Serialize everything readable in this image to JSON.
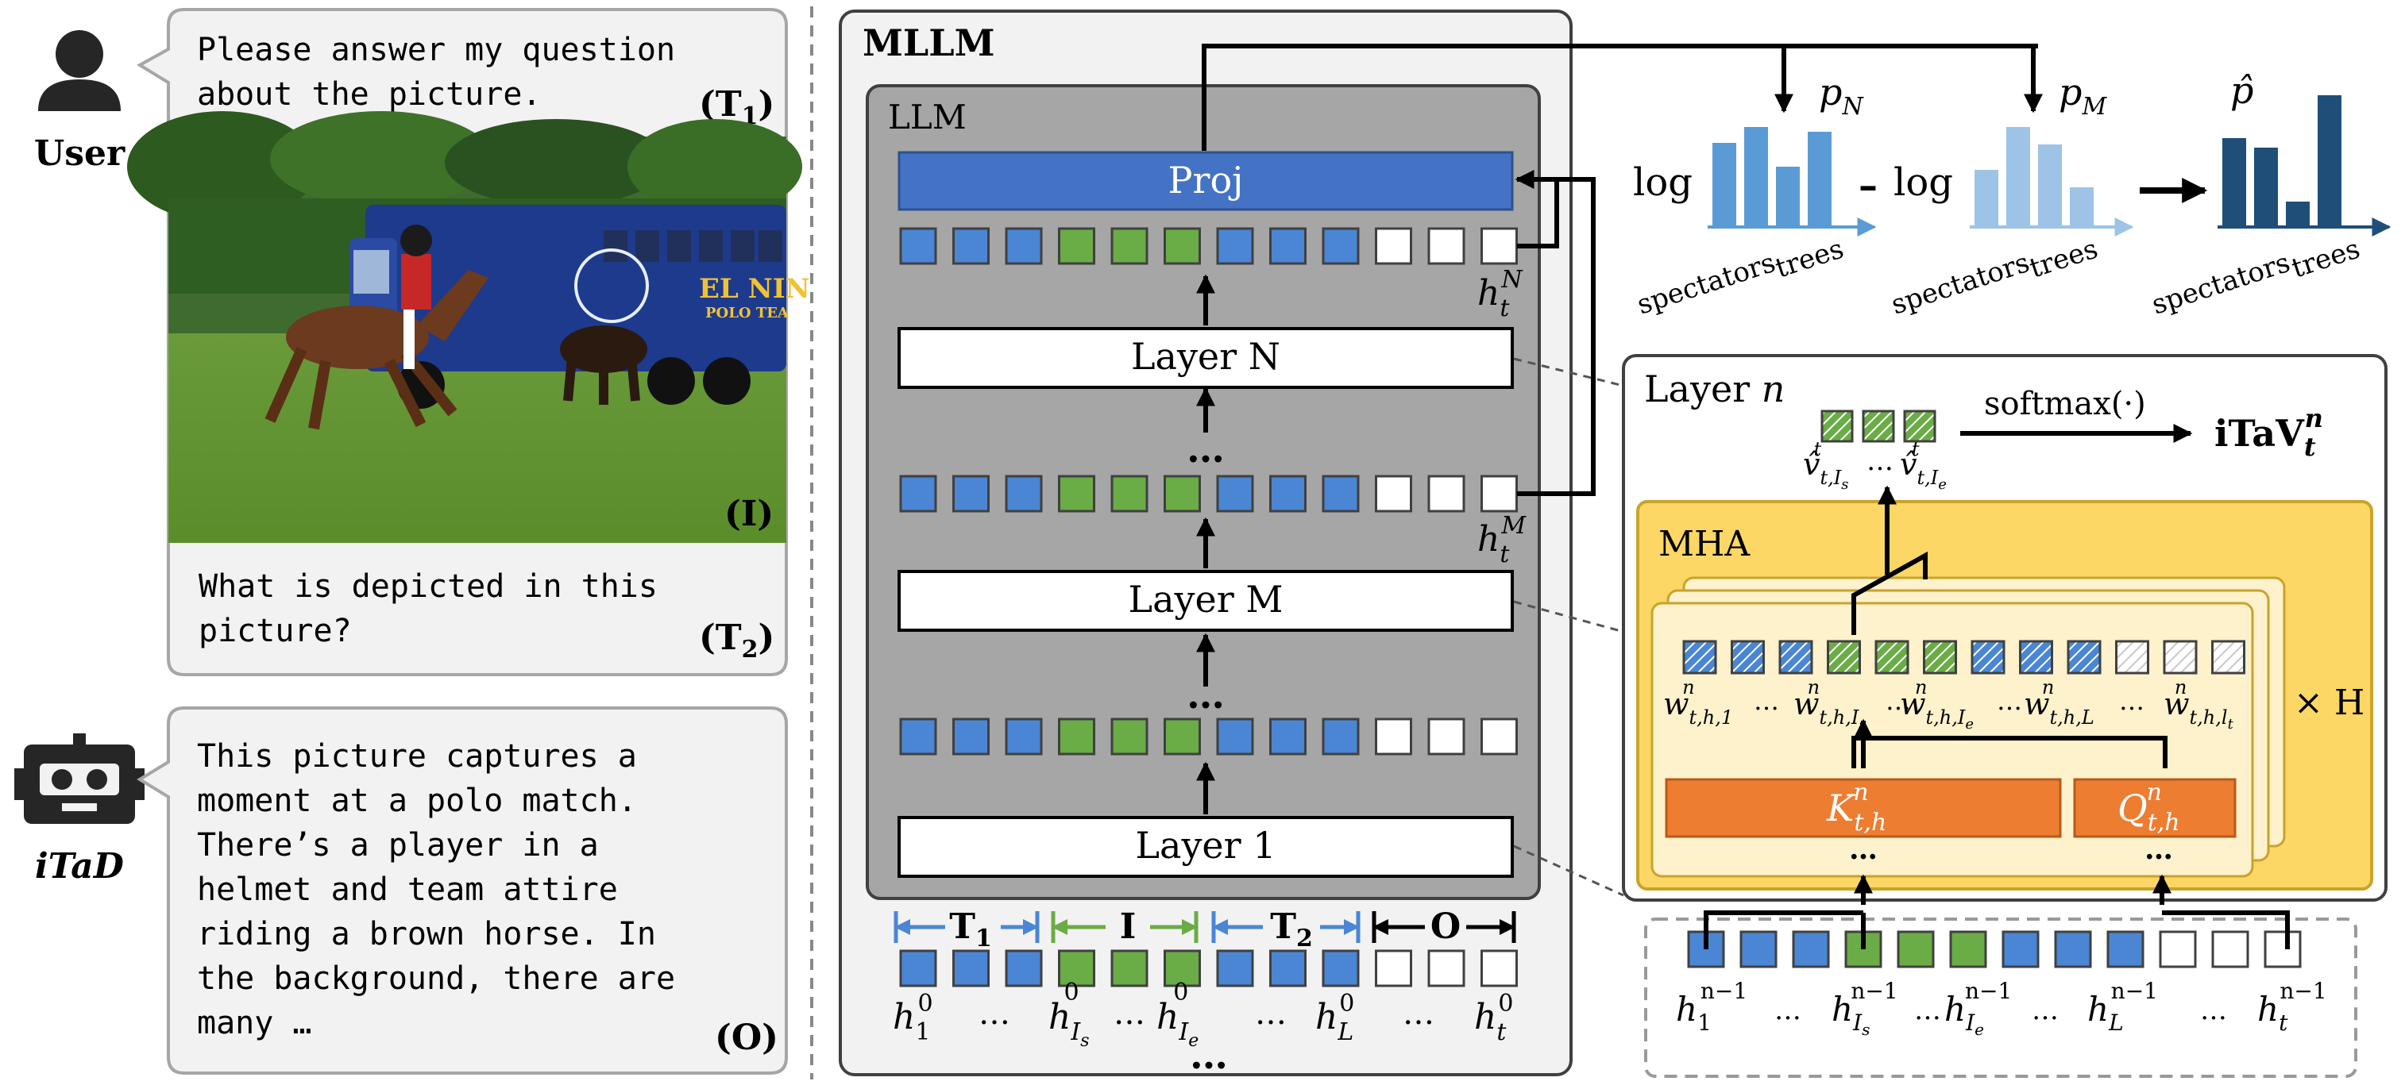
{
  "colors": {
    "blue": "#4a86d4",
    "green": "#6aac46",
    "proj_blue": "#4472c4",
    "llm_gray": "#a6a6a6",
    "mllm_bg": "#f2f2f2",
    "mha_yellow": "#fdd766",
    "mha_inner": "#fef2cc",
    "orange": "#ed7d31",
    "hist_dark": "#1f4e79",
    "hist_mid": "#5b9bd5",
    "hist_light": "#9dc3e6"
  },
  "left_panel": {
    "user_label": "User",
    "user_icon": "user-icon",
    "bot_label": "iTaD",
    "bot_icon": "robot-icon",
    "prompt_line1": "Please answer my question",
    "prompt_line2": "about the picture.",
    "tag_t1": "(T",
    "tag_t1_sub": "1",
    "tag_close": ")",
    "tag_image": "(I)",
    "question_line1": "What is depicted in this",
    "question_line2": "picture?",
    "tag_t2": "(T",
    "tag_t2_sub": "2",
    "answer_lines": [
      "This picture captures a",
      "moment at a polo match.",
      "There’s a player in a",
      "helmet and team attire",
      "riding a brown horse. In",
      "the background, there are",
      "many …"
    ],
    "tag_output": "(O)",
    "photo_sign_1": "EL NIN",
    "photo_sign_2": "POLO TEA"
  },
  "mllm": {
    "title": "MLLM",
    "llm_label": "LLM",
    "proj_label": "Proj",
    "layer_n": "Layer N",
    "layer_m": "Layer M",
    "layer_1": "Layer 1",
    "dots": "…",
    "span_t": "T",
    "span_t1_sub": "1",
    "span_i": "I",
    "span_t2_sub": "2",
    "span_o": "O",
    "hidden_base": "h",
    "hidden_sup_n": "N",
    "hidden_sup_m": "M",
    "hidden_sub_t": "t",
    "hidden_sup_0": "0",
    "hidden_sub_1": "1",
    "hidden_sub_is": "I",
    "hidden_sub_is_s": "s",
    "hidden_sub_ie_e": "e",
    "hidden_sub_l": "L"
  },
  "logit_panel": {
    "p_n": "p",
    "p_n_sub": "N",
    "p_m_sub": "M",
    "p_hat": "p̂",
    "log": "log",
    "minus": "–",
    "axis_label_1": "spectators",
    "axis_label_2": "trees"
  },
  "layer_n_panel": {
    "title": "Layer ",
    "title_italic": "n",
    "mha_label": "MHA",
    "softmax": "softmax(·)",
    "itav": "iTaV",
    "itav_sub": "t",
    "itav_sup": "n",
    "times_h": "× H",
    "k_base": "K",
    "q_base": "Q",
    "kq_sub": "t,h",
    "kq_sup": "n",
    "w_base": "w",
    "v_base": "v̂",
    "h_sup": "n−1",
    "ellipsis": "…",
    "w_sub_1": "t,h,1",
    "w_sub_is": "t,h,I",
    "w_sub_ie": "t,h,I",
    "w_sub_l": "t,h,L",
    "w_sub_lt": "t,h,l",
    "v_sub_is": "t,I",
    "v_sub_ie": "t,I",
    "s": "s",
    "e": "e",
    "t": "t",
    "one": "1",
    "l": "L"
  }
}
